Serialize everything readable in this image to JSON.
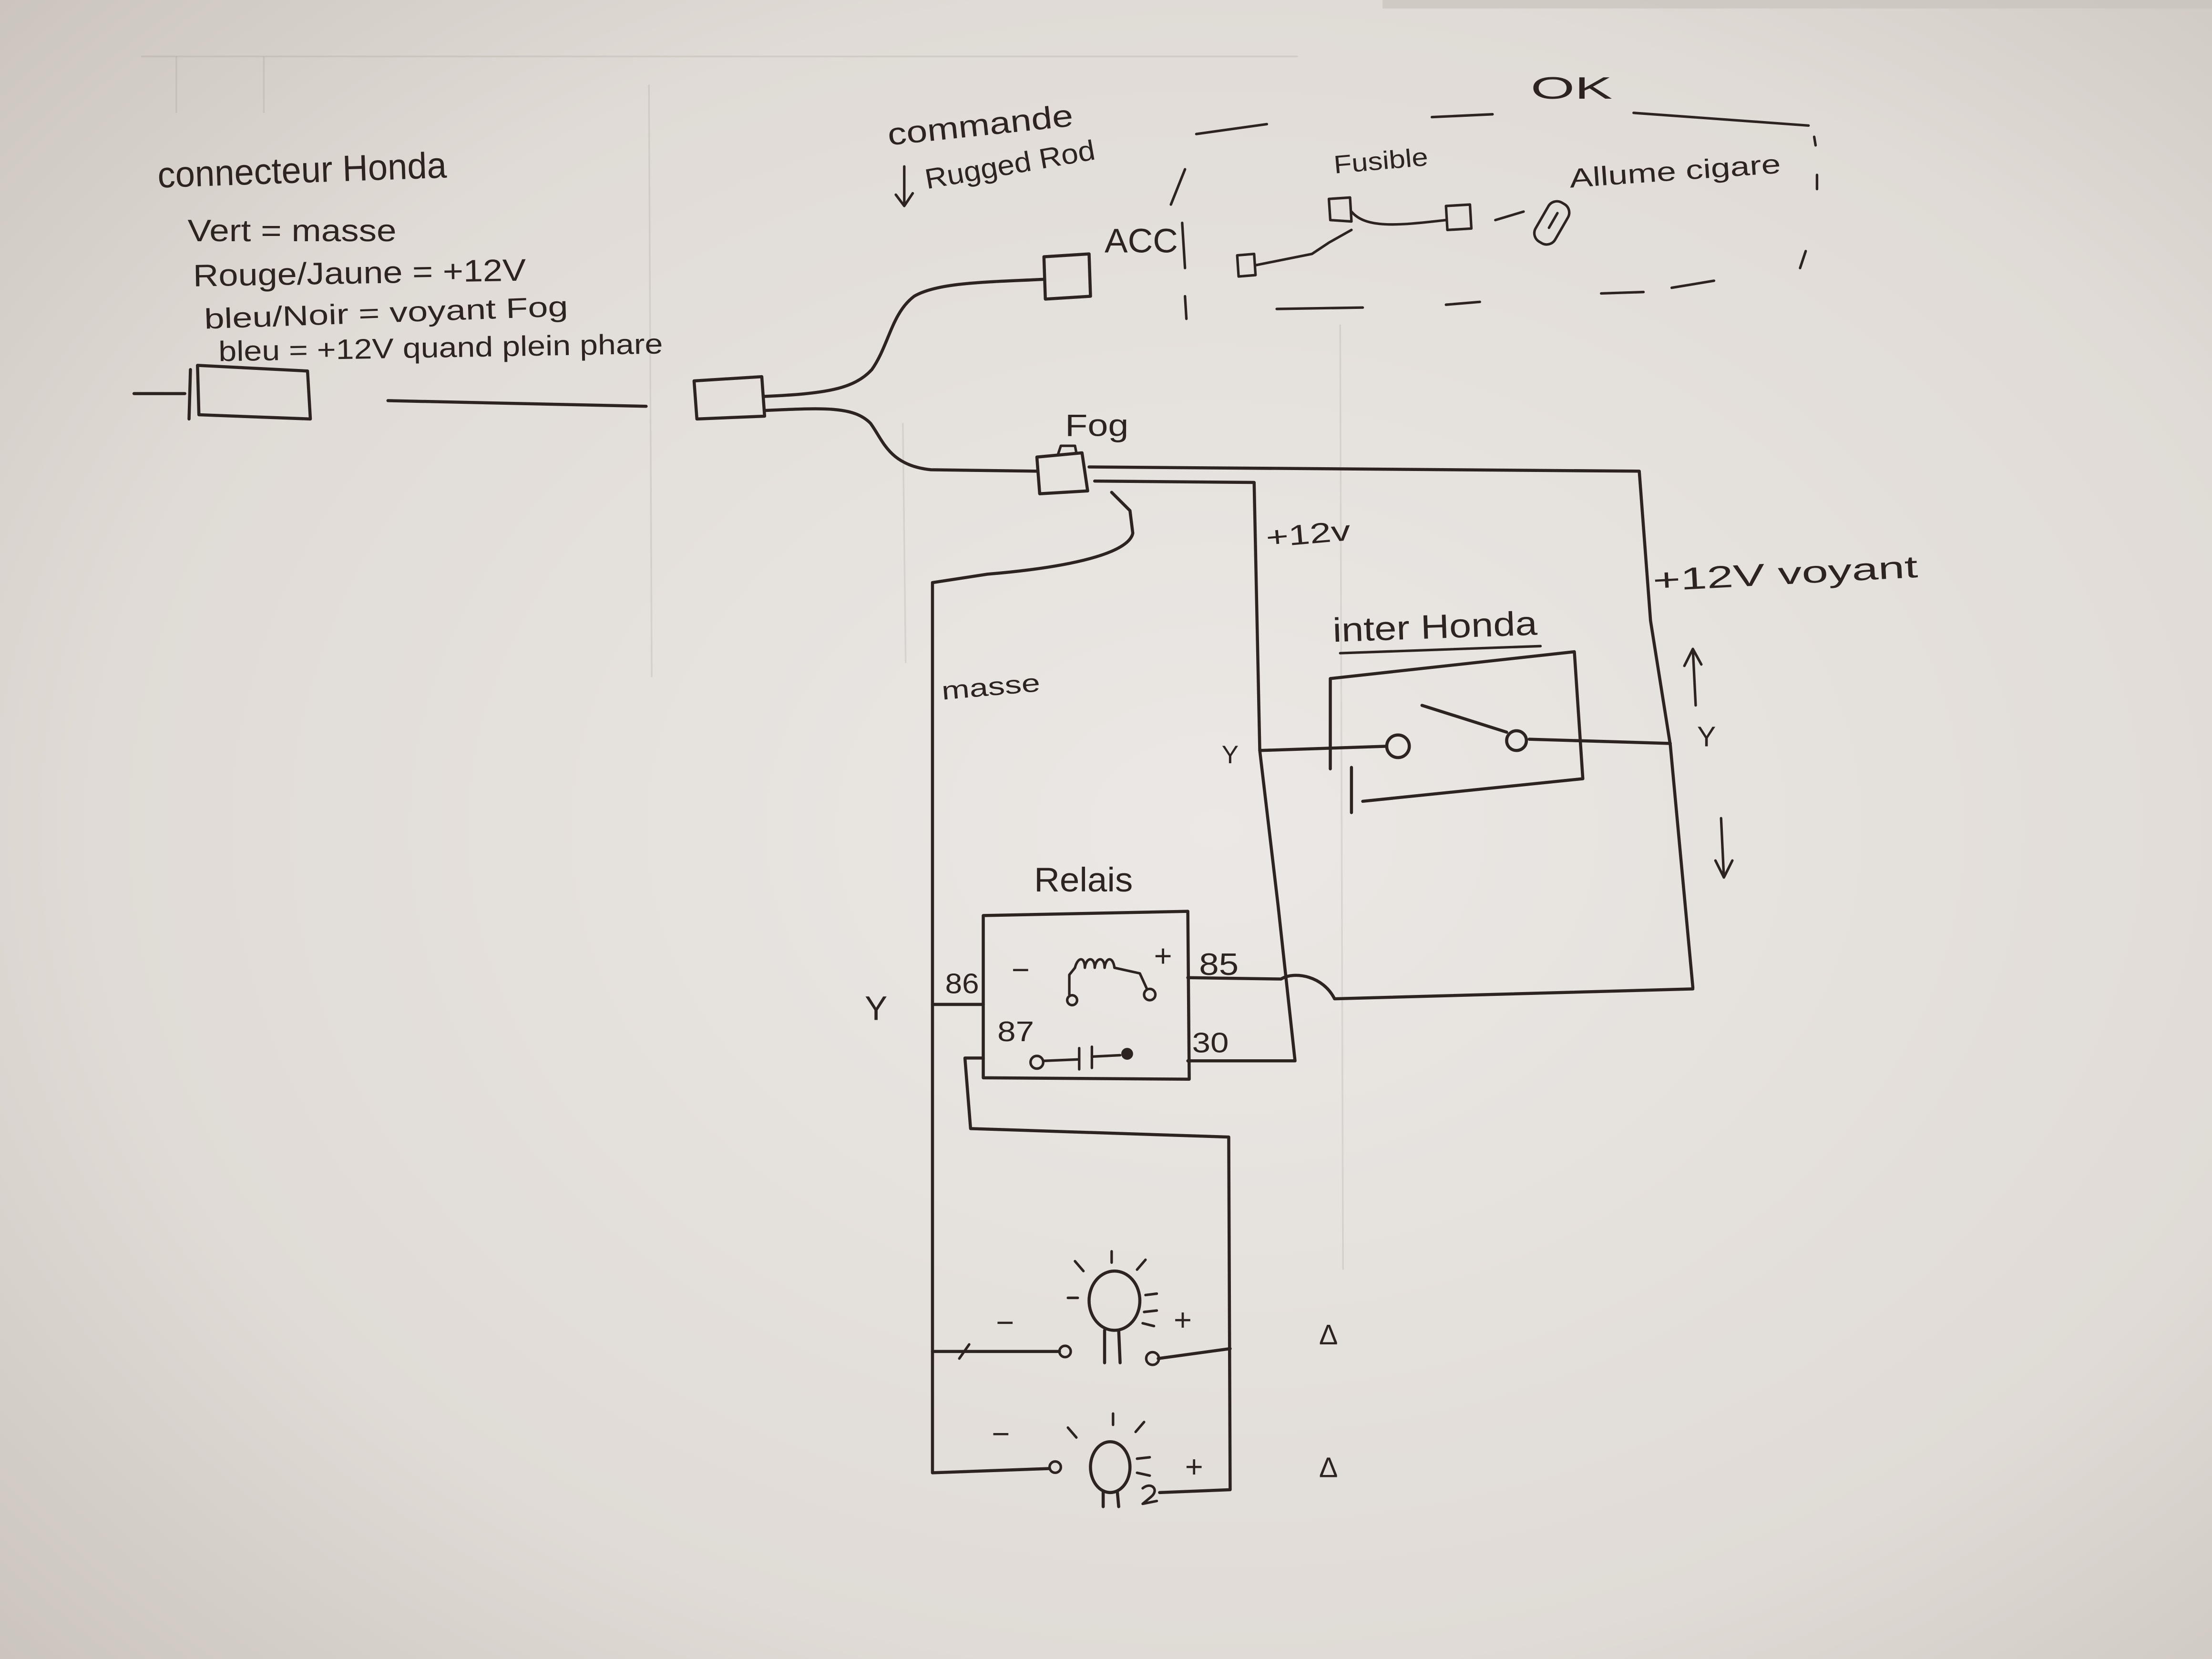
{
  "colors": {
    "ink": "#2b2420"
  },
  "honda_connector": {
    "title": "connecteur Honda",
    "legend": [
      "Vert = masse",
      "Rouge/Jaune = +12V",
      "bleu/Noir = voyant Fog",
      "bleu = +12V quand plein phare"
    ]
  },
  "command": {
    "label": "commande",
    "target": "Rugged Rod"
  },
  "acc": {
    "label": "ACC"
  },
  "fuse_group": {
    "status": "OK",
    "fuse": "Fusible",
    "lighter": "Allume cigare"
  },
  "fog": {
    "label": "Fog"
  },
  "wires": {
    "plus12": "+12v",
    "plus12_indicator": "+12V voyant",
    "ground": "masse"
  },
  "switch": {
    "label": "inter Honda",
    "junction": "Y",
    "arrow_label": "Y"
  },
  "relay": {
    "label": "Relais",
    "junction": "Y",
    "pin_86": "86",
    "pin_85": "85",
    "pin_87": "87",
    "pin_30": "30",
    "coil_minus": "−",
    "coil_plus": "+"
  },
  "lamps": [
    {
      "minus": "−",
      "plus": "+",
      "mark": "Δ"
    },
    {
      "minus": "−",
      "plus": "+",
      "mark": "Δ"
    }
  ]
}
